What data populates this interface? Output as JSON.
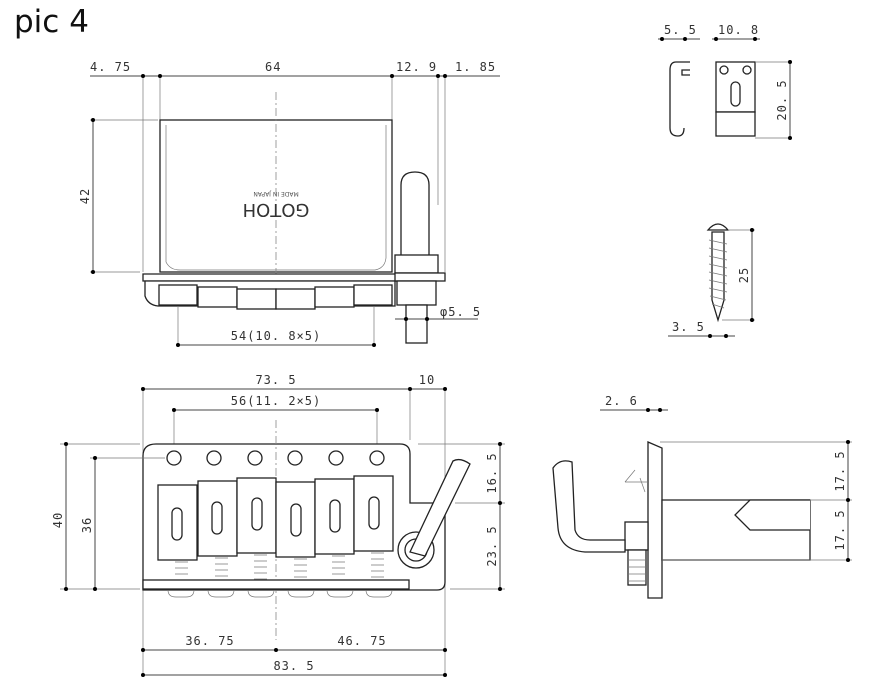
{
  "title": "pic 4",
  "brand": "GOTOH",
  "brand_sub": "MADE IN JAPAN",
  "top_view": {
    "d1": "4. 75",
    "d2": "64",
    "d3": "12. 9",
    "d4": "1. 85",
    "height": "42",
    "spacing": "54(10. 8×5)",
    "arm": "φ5. 5"
  },
  "bottom_view": {
    "width": "73. 5",
    "ext": "10",
    "spacing": "56(11. 2×5)",
    "h1": "40",
    "h2": "36",
    "r1": "16. 5",
    "r2": "23. 5",
    "left": "36. 75",
    "right": "46. 75",
    "total": "83. 5"
  },
  "clip": {
    "w1": "5. 5",
    "w2": "10. 8",
    "h": "20. 5"
  },
  "screw": {
    "len": "25",
    "dia": "3. 5"
  },
  "side_view": {
    "t": "2. 6",
    "h1": "17. 5",
    "h2": "17. 5"
  }
}
